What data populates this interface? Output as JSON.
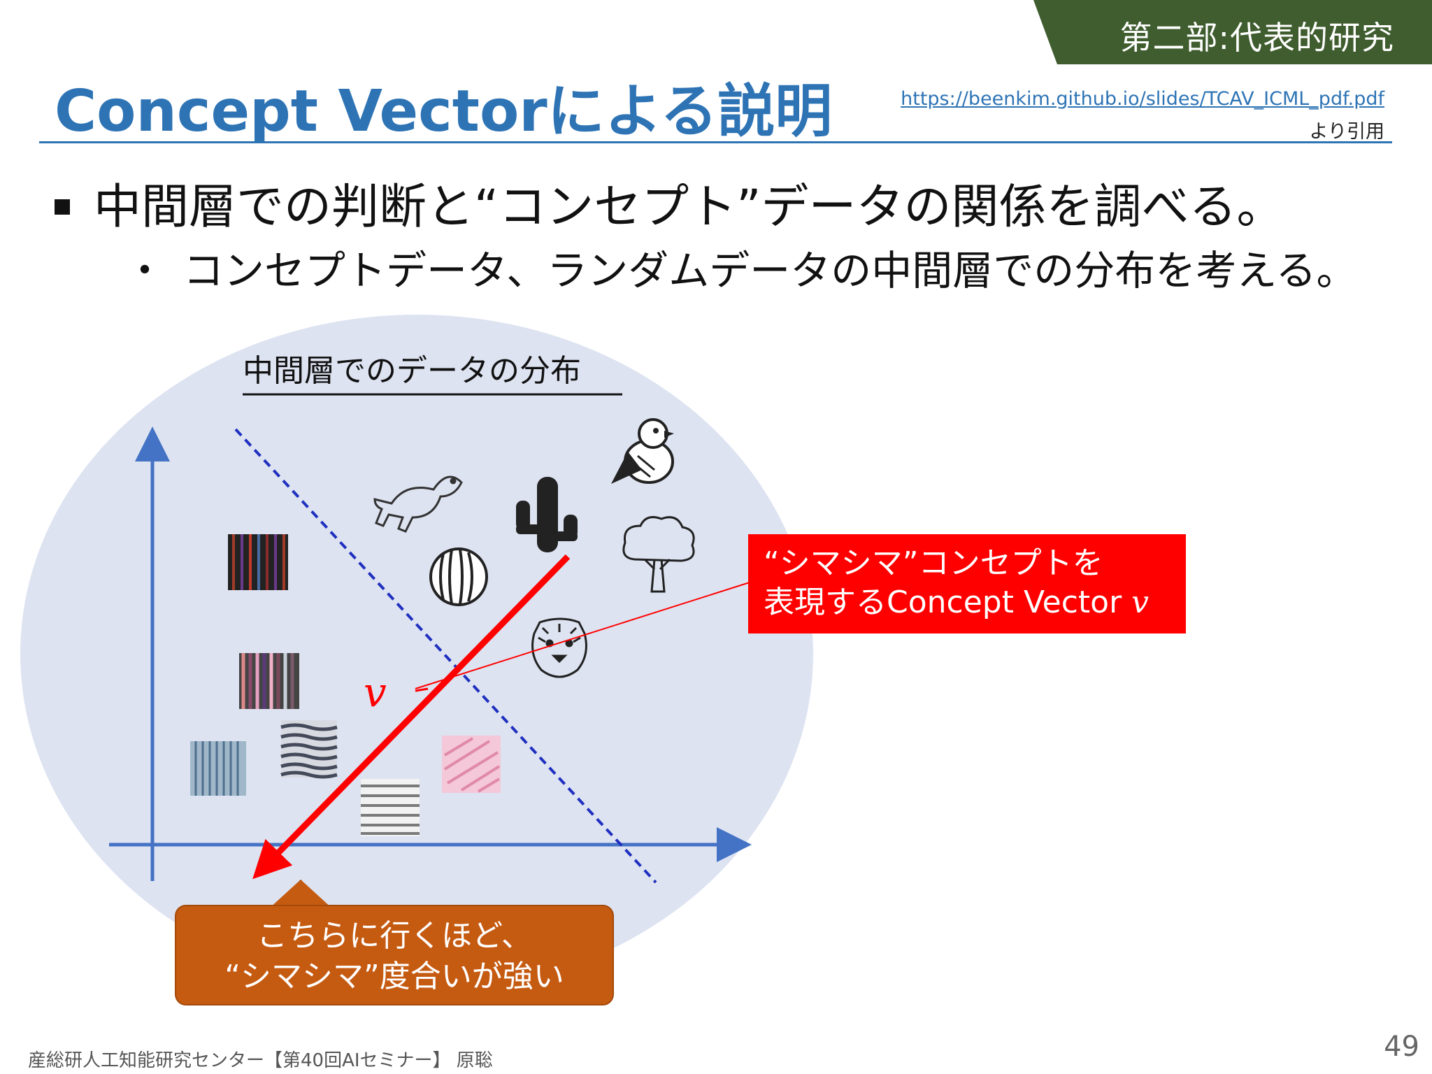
{
  "section_tag": "第二部:代表的研究",
  "title": "Concept Vectorによる説明",
  "source": {
    "link": "https://beenkim.github.io/slides/TCAV_ICML_pdf.pdf",
    "note": "より引用"
  },
  "bullets": {
    "main": "中間層での判断と“コンセプト”データの関係を調べる。",
    "sub": "コンセプトデータ、ランダムデータの中間層での分布を考える。"
  },
  "figure": {
    "title": "中間層でのデータの分布",
    "vector_label": "v",
    "red_callout": {
      "line1": "“シマシマ”コンセプトを",
      "line2_prefix": "表現するConcept Vector ",
      "line2_var": "v"
    },
    "orange_callout": {
      "line1": "こちらに行くほど、",
      "line2": "“シマシマ”度合いが強い"
    },
    "colors": {
      "ellipse": "#dde3f1",
      "axis": "#4472c4",
      "boundary": "#1f2fbf",
      "vector": "#ff0000",
      "callout_red": "#ff0000",
      "callout_orange": "#c55a11"
    },
    "icons": [
      "dinosaur-icon",
      "cactus-icon",
      "bird-icon",
      "watermelon-icon",
      "tree-icon",
      "tiger-icon"
    ],
    "stripe_patches": [
      "dark-vertical",
      "multicolor-vertical",
      "blue-vertical",
      "dark-wavy",
      "gray-horizontal",
      "pink-diagonal"
    ]
  },
  "footer": "産総研人工知能研究センター【第40回AIセミナー】 原聡",
  "page_number": "49"
}
